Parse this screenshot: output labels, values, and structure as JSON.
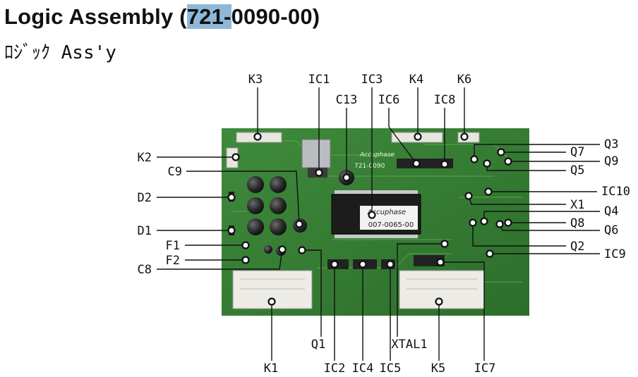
{
  "header": {
    "title_prefix": "Logic Assembly (",
    "title_highlight": "721-",
    "title_suffix": "0090-00)",
    "subtitle": "ﾛｼﾞｯｸ Ass'y"
  },
  "board": {
    "main_chip_marking": "007-0065-00",
    "main_chip_logo": "Accuphase",
    "board_logo": "Accuphase",
    "board_number": "721-0090"
  },
  "callouts": {
    "K3": "K3",
    "IC1": "IC1",
    "IC3": "IC3",
    "K4": "K4",
    "K6": "K6",
    "C13": "C13",
    "IC6": "IC6",
    "IC8": "IC8",
    "K2": "K2",
    "C9": "C9",
    "D2": "D2",
    "D1": "D1",
    "F1": "F1",
    "F2": "F2",
    "C8": "C8",
    "Q3": "Q3",
    "Q7": "Q7",
    "Q9": "Q9",
    "Q5": "Q5",
    "IC10": "IC10",
    "X1": "X1",
    "Q4": "Q4",
    "Q8": "Q8",
    "Q6": "Q6",
    "Q2": "Q2",
    "IC9": "IC9",
    "K1": "K1",
    "Q1": "Q1",
    "IC2": "IC2",
    "IC4": "IC4",
    "IC5": "IC5",
    "XTAL1": "XTAL1",
    "K5": "K5",
    "IC7": "IC7"
  }
}
